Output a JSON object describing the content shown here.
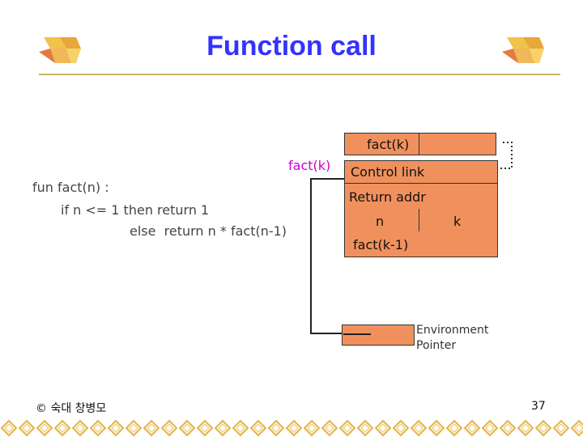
{
  "title": "Function call",
  "code": {
    "line1": "fun fact(n) :",
    "line2": "if n <= 1 then return 1",
    "line3": "else  return n * fact(n-1)"
  },
  "frame": {
    "caller_label": "fact(k)",
    "pointer_label": "fact(k)",
    "control_link": "Control link",
    "return_addr": "Return addr",
    "param": "n",
    "param_value": "k",
    "recursive_call": "fact(k-1)"
  },
  "environment_pointer": {
    "line1": "Environment",
    "line2": "Pointer"
  },
  "footer": {
    "copyright": "© 숙대 창병모",
    "page_number": "37"
  },
  "colors": {
    "title": "#3333ff",
    "frame_fill": "#f0915d",
    "pointer_label": "#cc00cc"
  }
}
